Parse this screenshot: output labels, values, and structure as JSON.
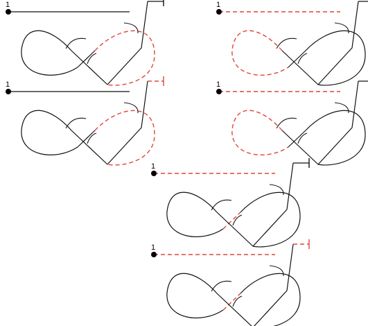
{
  "colors": {
    "solid": "#111111",
    "dashed": "#e0443a",
    "dot": "#000000"
  },
  "diagrams": [
    {
      "label": "1",
      "dashed": [
        "right-lobe"
      ]
    },
    {
      "label": "1",
      "dashed": [
        "top-line",
        "left-lobe"
      ]
    },
    {
      "label": "1",
      "dashed": [
        "right-lobe",
        "tail-stub"
      ]
    },
    {
      "label": "1",
      "dashed": [
        "top-line",
        "left-lobe"
      ]
    },
    {
      "label": "1",
      "dashed": [
        "top-line",
        "cross-left"
      ]
    },
    {
      "label": "1",
      "dashed": [
        "top-line",
        "cross-left",
        "tail-stub"
      ]
    }
  ]
}
